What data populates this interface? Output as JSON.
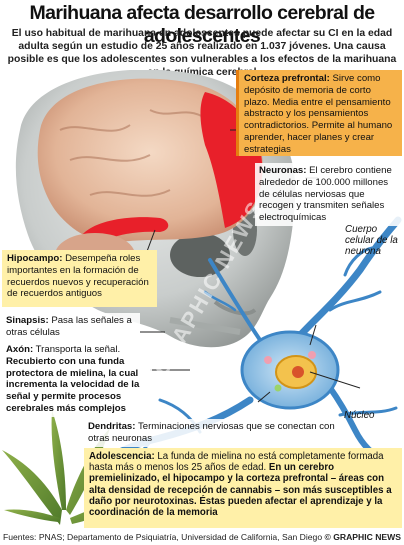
{
  "header": {
    "title": "Marihuana afecta desarrollo cerebral de adolescentes",
    "subtitle": "El uso habitual de marihuana en adolescentes puede afectar su CI en la edad adulta según un estudio de 25 años realizado en 1.037 jóvenes. Una causa posible es que los adolescentes son vulnerables a los efectos de la marihuana en la química cerebral"
  },
  "callouts": {
    "corteza": {
      "head": "Corteza prefrontal:",
      "text": " Sirve como depósito de memoria de corto plazo. Media entre el pensamiento abstracto y los pensamientos contradictorios. Permite al humano aprender, hacer planes y crear estrategias"
    },
    "neuronas": {
      "head": "Neuronas:",
      "text": " El cerebro contiene alrededor de 100.000 millones de células nerviosas que recogen y transmiten señales electroquímicas"
    },
    "hipocampo": {
      "head": "Hipocampo:",
      "text": " Desempeña roles importantes en la formación de recuerdos nuevos y recuperación de recuerdos antiguos"
    },
    "sinapsis": {
      "head": "Sinapsis:",
      "text": " Pasa las señales a otras células"
    },
    "axon": {
      "head": "Axón:",
      "text": " Transporta la señal. ",
      "bold": "Recubierto con una funda protectora de mielina, la cual incrementa la velocidad de la señal y permite procesos cerebrales más complejos"
    },
    "dendritas": {
      "head": "Dendritas:",
      "text": " Terminaciones nerviosas que se conectan con otras neuronas"
    },
    "adolescencia": {
      "head": "Adolescencia:",
      "text": " La funda de mielina no está completamente formada hasta más o menos los 25 años de edad. ",
      "bold": "En un cerebro premielinizado, el hipocampo y la corteza prefrontal – áreas con alta densidad de recepción de cannabis – son más susceptibles a daño por neurotoxinas. Éstas pueden afectar el aprendizaje y la coordinación de la memoria"
    }
  },
  "labels": {
    "cuerpo": "Cuerpo celular de la neurona",
    "nucleo": "Núcleo",
    "watermark": "GRAPHIC NEWS"
  },
  "footer": {
    "sources": "Fuentes: PNAS; Departamento de Psiquiatría, Universidad de California, San Diego",
    "credit": "© GRAPHIC NEWS"
  },
  "colors": {
    "accent_orange": "#f6b24a",
    "highlight_yellow": "#fff0a8",
    "brain_red": "#e8202a",
    "neuron_blue": "#3d86c6"
  }
}
